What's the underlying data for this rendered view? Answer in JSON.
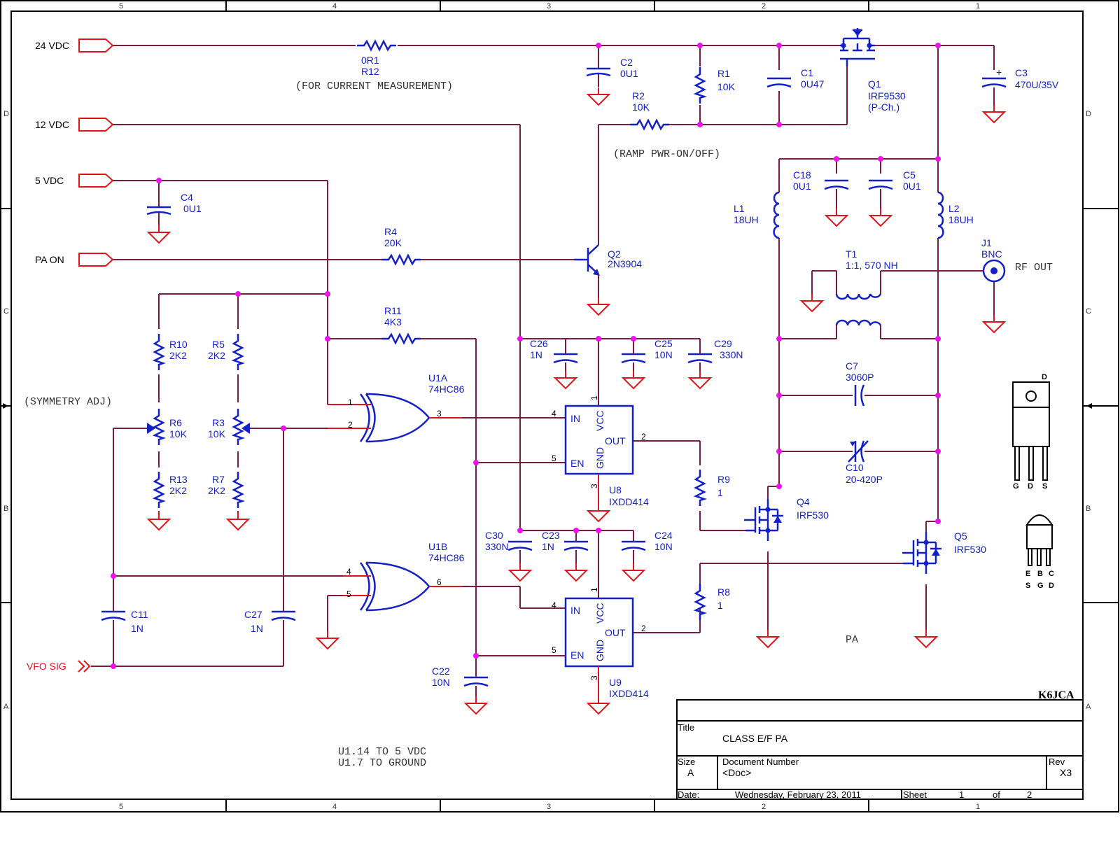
{
  "nets": {
    "v24": "24 VDC",
    "v12": "12 VDC",
    "v5": "5 VDC",
    "pa_on": "PA ON",
    "vfo": "VFO SIG",
    "rf_out": "RF  OUT"
  },
  "parts": {
    "r12": [
      "0R1",
      "R12"
    ],
    "c2": [
      "C2",
      "0U1"
    ],
    "r1": [
      "R1",
      "10K"
    ],
    "c1": [
      "C1",
      "0U47"
    ],
    "q1": [
      "Q1",
      "IRF9530",
      "(P-Ch.)"
    ],
    "c3": [
      "C3",
      "470U/35V"
    ],
    "r2": [
      "R2",
      "10K"
    ],
    "c4": [
      "C4",
      "0U1"
    ],
    "r4": [
      "R4",
      "20K"
    ],
    "q2": [
      "Q2",
      "2N3904"
    ],
    "c18": [
      "C18",
      "0U1"
    ],
    "c5": [
      "C5",
      "0U1"
    ],
    "l1": [
      "L1",
      "18UH"
    ],
    "l2": [
      "L2",
      "18UH"
    ],
    "j1": [
      "J1",
      "BNC"
    ],
    "t1": [
      "T1",
      "1:1, 570 NH"
    ],
    "r11": [
      "R11",
      "4K3"
    ],
    "r10": [
      "R10",
      "2K2"
    ],
    "r5": [
      "R5",
      "2K2"
    ],
    "r6": [
      "R6",
      "10K"
    ],
    "r3": [
      "R3",
      "10K"
    ],
    "r13": [
      "R13",
      "2K2"
    ],
    "r7": [
      "R7",
      "2K2"
    ],
    "u1a": [
      "U1A",
      "74HC86"
    ],
    "u1b": [
      "U1B",
      "74HC86"
    ],
    "c26": [
      "C26",
      "1N"
    ],
    "c25": [
      "C25",
      "10N"
    ],
    "c29": [
      "C29",
      "330N"
    ],
    "u8": [
      "U8",
      "IXDD414"
    ],
    "u9": [
      "U9",
      "IXDD414"
    ],
    "r9": [
      "R9",
      "1"
    ],
    "r8": [
      "R8",
      "1"
    ],
    "q4": [
      "Q4",
      "IRF530"
    ],
    "q5": [
      "Q5",
      "IRF530"
    ],
    "c7": [
      "C7",
      "3060P"
    ],
    "c10": [
      "C10",
      "20-420P"
    ],
    "c30": [
      "C30",
      "330N"
    ],
    "c23": [
      "C23",
      "1N"
    ],
    "c24": [
      "C24",
      "10N"
    ],
    "c11": [
      "C11",
      "1N"
    ],
    "c27": [
      "C27",
      "1N"
    ],
    "c22": [
      "C22",
      "10N"
    ]
  },
  "driver_pins": {
    "in": "IN",
    "en": "EN",
    "vcc": "VCC",
    "gnd": "GND",
    "out": "OUT"
  },
  "pin_numbers": [
    "1",
    "2",
    "3",
    "4",
    "5",
    "6"
  ],
  "notes": {
    "current": "(FOR CURRENT MEASUREMENT)",
    "ramp": "(RAMP PWR-ON/OFF)",
    "symmetry": "(SYMMETRY ADJ)",
    "u1_power": "U1.14 TO 5 VDC",
    "u1_ground": "U1.7  TO GROUND",
    "pa": "PA"
  },
  "packages": {
    "to220_top": "D",
    "to220_pins": [
      "G",
      "D",
      "S"
    ],
    "to92_top": [
      "E",
      "B",
      "C"
    ],
    "to92_bottom": [
      "S",
      "G",
      "D"
    ]
  },
  "frame": {
    "zones_columns": [
      "5",
      "4",
      "3",
      "2",
      "1"
    ],
    "zones_rows": [
      "D",
      "C",
      "B",
      "A"
    ]
  },
  "title_block": {
    "brand": "K6JCA",
    "title_label": "Title",
    "title": "CLASS E/F PA",
    "size_label": "Size",
    "size": "A",
    "docnum_label": "Document Number",
    "docnum": "<Doc>",
    "rev_label": "Rev",
    "rev": "X3",
    "date_label": "Date:",
    "date": "Wednesday, February 23, 2011",
    "sheet_label": "Sheet",
    "sheet": "1",
    "of_label": "of",
    "sheets": "2"
  },
  "colors": {
    "wire": "#7a1d3a",
    "pin": "#e0141a",
    "component": "#1320c8",
    "junction": "#ee11ee"
  }
}
